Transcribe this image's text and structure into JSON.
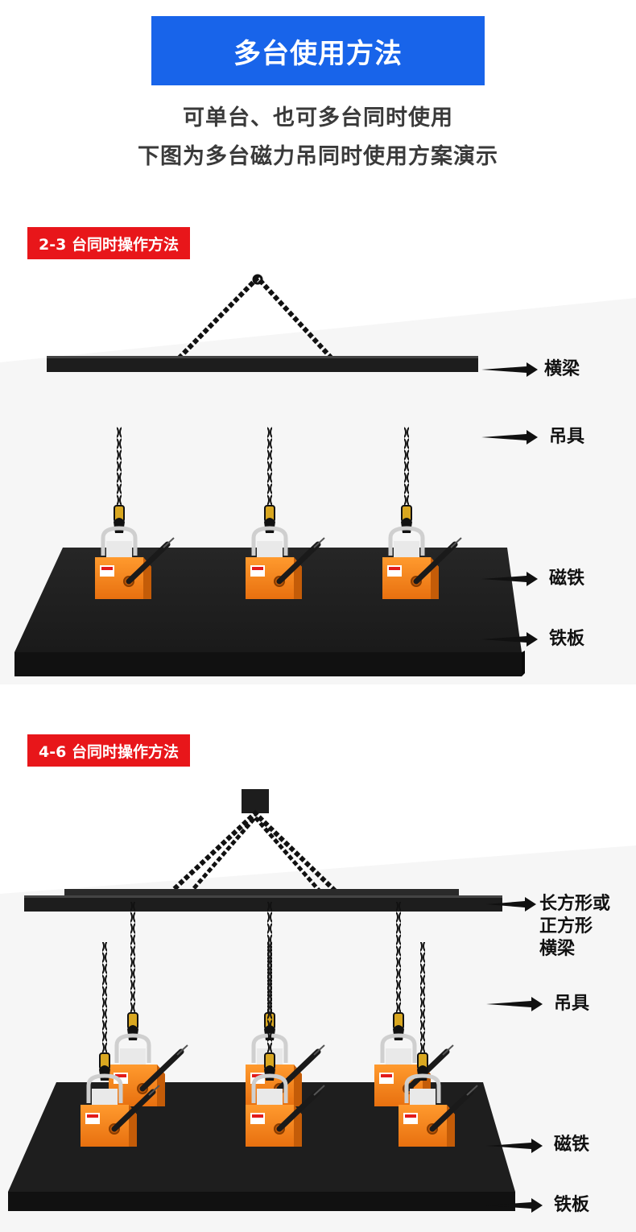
{
  "header": {
    "title": "多台使用方法",
    "subtitle_line1": "可单台、也可多台同时使用",
    "subtitle_line2": "下图为多台磁力吊同时使用方案演示"
  },
  "section1": {
    "tag": "2-3 台同时操作方法",
    "labels": {
      "beam": "横梁",
      "rigging": "吊具",
      "magnet": "磁铁",
      "plate": "铁板"
    }
  },
  "section2": {
    "tag": "4-6 台同时操作方法",
    "labels": {
      "beam_line1": "长方形或",
      "beam_line2": "正方形",
      "beam_line3": "横梁",
      "rigging": "吊具",
      "magnet": "磁铁",
      "plate": "铁板"
    }
  },
  "colors": {
    "banner_blue": "#1864ea",
    "tag_red": "#e8161a",
    "magnet_orange": "#f07d1a",
    "plate_black": "#1a1a1a"
  }
}
